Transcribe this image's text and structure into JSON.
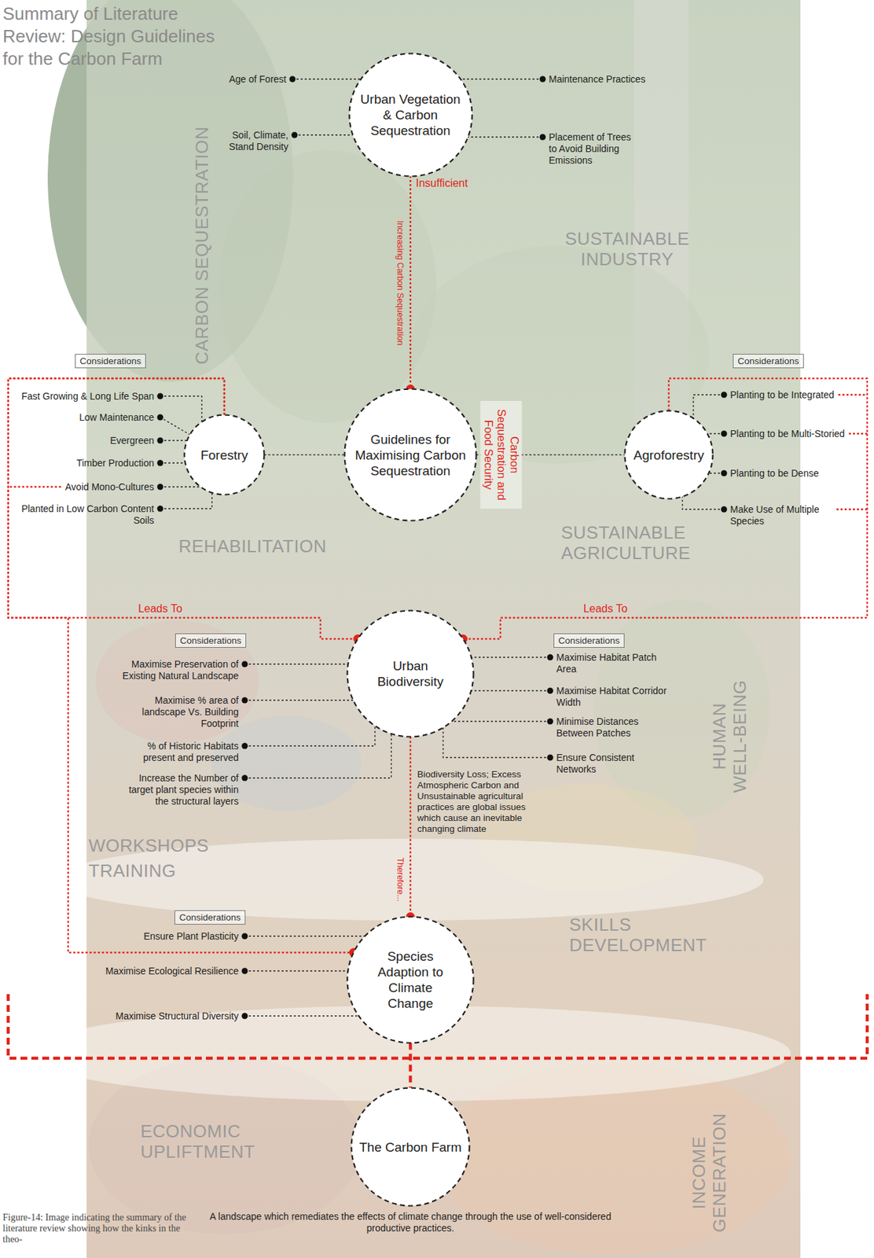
{
  "diagram": {
    "title": "Summary of Literature Review: Design Guidelines for the Carbon Farm",
    "caption": "Figure-14: Image indicating the summary of the literature review showing how the kinks in the theo-",
    "nodes": [
      {
        "text": [
          "Urban Vegetation & Carbon Sequestration"
        ]
      },
      {
        "text": [
          "Considerations"
        ]
      },
      {
        "text": [
          "Considerations"
        ]
      },
      {
        "text": [
          "Forestry"
        ]
      },
      {
        "text": [
          "Guidelines for Maximising Carbon Sequestration"
        ]
      },
      {
        "text": [
          "Agroforestry"
        ]
      },
      {
        "text": [
          "Considerations"
        ]
      },
      {
        "text": [
          "Considerations"
        ]
      },
      {
        "text": [
          "Urban Biodiversity"
        ]
      },
      {
        "text": [
          "Considerations"
        ]
      },
      {
        "text": [
          "Species Adaption to Climate Change"
        ]
      },
      {
        "text": [
          "The Carbon Farm",
          "A landscape which remediates the effects of climate change through the use of well-considered productive practices."
        ]
      }
    ],
    "edges": [
      {
        "from": 0,
        "to": 4,
        "arrow": "to",
        "label": "Increasing Carbon Sequestration"
      },
      {
        "from": 3,
        "to": 4,
        "arrow": "none"
      },
      {
        "from": 4,
        "to": 5,
        "arrow": "none",
        "label": "Carbon Sequestration and Food Security"
      },
      {
        "from": 3,
        "to": 8,
        "arrow": "to",
        "label": "Leads To"
      },
      {
        "from": 5,
        "to": 8,
        "arrow": "to",
        "label": "Leads To"
      },
      {
        "from": 3,
        "to": 10,
        "arrow": "to"
      },
      {
        "from": 8,
        "to": 10,
        "arrow": "to",
        "label": "Therefore..."
      },
      {
        "from": 10,
        "to": 11,
        "arrow": "none"
      }
    ],
    "labels": [
      "Insufficient",
      "Age of Forest",
      "Soil, Climate, Stand Density",
      "Maintenance Practices",
      "Placement of Trees to Avoid Building Emissions",
      "CARBON SEQUESTRATION",
      "SUSTAINABLE INDUSTRY",
      "Fast Growing & Long Life Span",
      "Low Maintenance",
      "Evergreen",
      "Timber Production",
      "Avoid Mono-Cultures",
      "Planted in Low Carbon Content Soils",
      "Planting to be Integrated",
      "Planting to be Multi-Storied",
      "Planting to be Dense",
      "Make Use of Multiple Species",
      "REHABILITATION",
      "SUSTAINABLE AGRICULTURE",
      "Maximise Preservation of Existing Natural Landscape",
      "Maximise % area of landscape Vs. Building Footprint",
      "% of Historic Habitats present and preserved",
      "Increase the Number of target plant species within the structural layers",
      "Maximise Habitat Patch Area",
      "Maximise Habitat Corridor Width",
      "Minimise Distances Between Patches",
      "Ensure Consistent Networks",
      "WORKSHOPS",
      "TRAINING",
      "HUMAN WELL-BEING",
      "Biodiversity Loss; Excess Atmospheric Carbon and Unsustainable agricultural practices are global issues which cause an inevitable changing climate",
      "Ensure Plant Plasticity",
      "Maximise Ecological Resilience",
      "Maximise Structural Diversity",
      "SKILLS DEVELOPMENT",
      "ECONOMIC UPLIFTMENT",
      "INCOME GENERATION"
    ]
  }
}
